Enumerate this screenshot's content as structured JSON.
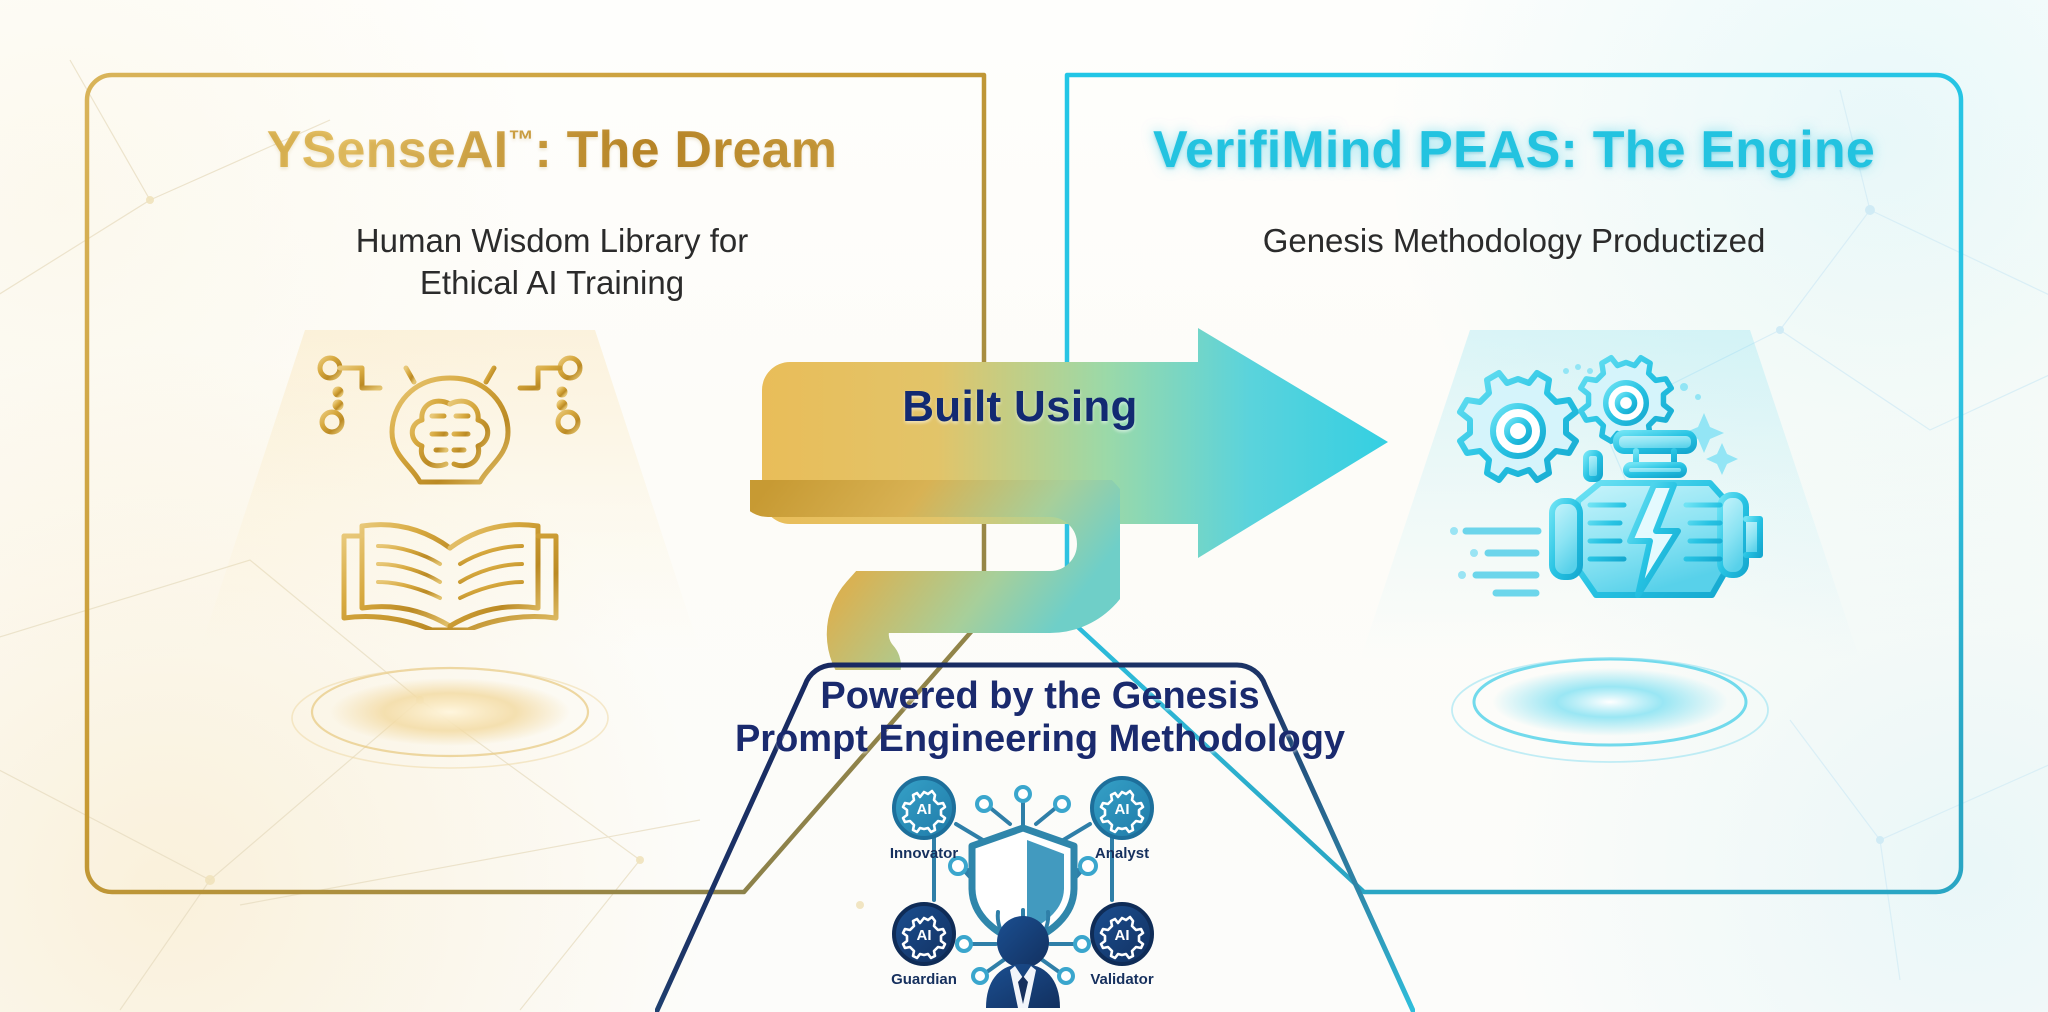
{
  "diagram": {
    "title_hidden": "YSenseAI and VerifiMind PEAS relationship diagram",
    "left_panel": {
      "title_main": "YSenseAI",
      "title_tm": "™",
      "title_rest": ": The Dream",
      "subtitle_line1": "Human Wisdom Library for",
      "subtitle_line2": "Ethical AI Training",
      "icon_name": "book-lightbulb-brain-icon",
      "accent_color": "#c79a33"
    },
    "right_panel": {
      "title": "VerifiMind PEAS: The Engine",
      "subtitle_line1": "Genesis Methodology Productized",
      "icon_name": "engine-gears-bolt-icon",
      "accent_color": "#23c3e0"
    },
    "arrow": {
      "label": "Built Using",
      "label_color": "#122a72",
      "gradient_from": "#e8bd5c",
      "gradient_to": "#38cfe0"
    },
    "banner": {
      "line1": "Powered by the Genesis",
      "line2": "Prompt Engineering Methodology",
      "border_color": "#1a2a6e",
      "text_color": "#1a2a6e"
    },
    "agents": {
      "icon_name": "multi-agent-network-icon",
      "badge_label": "AI",
      "items": [
        {
          "label": "Innovator",
          "position": "top-left"
        },
        {
          "label": "Analyst",
          "position": "top-right"
        },
        {
          "label": "Guardian",
          "position": "bottom-left"
        },
        {
          "label": "Validator",
          "position": "bottom-right"
        }
      ],
      "center_label": "shield-and-person"
    }
  }
}
